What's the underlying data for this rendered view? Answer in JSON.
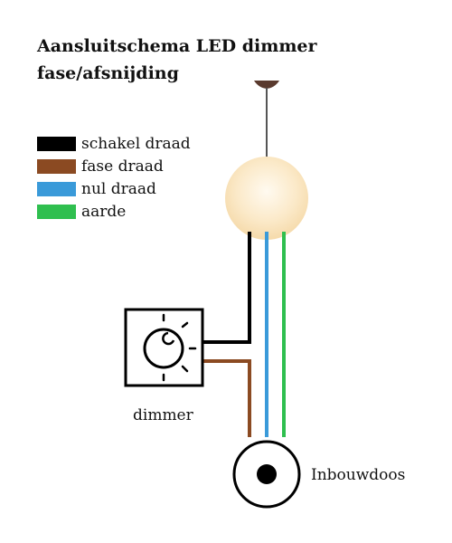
{
  "title": {
    "line1": "Aansluitschema LED dimmer",
    "line2": "fase/afsnijding"
  },
  "legend": [
    {
      "label": "schakel draad",
      "color": "#000000"
    },
    {
      "label": "fase draad",
      "color": "#8b4a22"
    },
    {
      "label": "nul draad",
      "color": "#3a9ad9"
    },
    {
      "label": "aarde",
      "color": "#2fbf4f"
    }
  ],
  "labels": {
    "dimmer": "dimmer",
    "junction_box": "Inbouwdoos"
  },
  "colors": {
    "bulb": "#fbe7c6",
    "fixture": "#5a3a2e",
    "cord": "#555555"
  },
  "icons": [
    "ceiling-lamp-icon",
    "dimmer-knob-icon",
    "junction-box-icon"
  ]
}
